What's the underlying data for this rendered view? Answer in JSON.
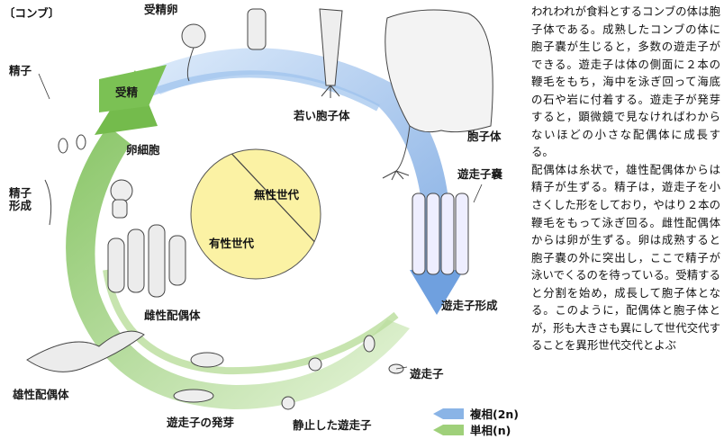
{
  "header": "〔コンブ〕",
  "labels": {
    "fertilized_egg": "受精卵",
    "young_sporophyte": "若い胞子体",
    "sporophyte": "胞子体",
    "sporangium": "遊走子嚢",
    "zoospore_formation": "遊走子形成",
    "zoospore": "遊走子",
    "resting_zoospore": "静止した遊走子",
    "zoospore_germination": "遊走子の発芽",
    "male_gametophyte": "雄性配偶体",
    "female_gametophyte": "雌性配偶体",
    "egg_cell": "卵細胞",
    "fertilization": "受精",
    "sperm": "精子",
    "sperm_formation": "精子形成"
  },
  "pie": {
    "asexual": "無性世代",
    "sexual": "有性世代",
    "asexual_fraction": 0.38,
    "color": "#fbf2a4"
  },
  "legend": {
    "diploid": "複相(2n)",
    "haploid": "単相(n)",
    "diploid_color": "#8ab4e6",
    "haploid_color": "#9fd07a"
  },
  "paragraphs": [
    "われわれが食料とするコンブの体は胞子体である。成熟したコンブの体に胞子嚢が生じると，多数の遊走子ができる。遊走子は体の側面に２本の鞭毛をもち，海中を泳ぎ回って海底の石や岩に付着する。遊走子が発芽すると，顕微鏡で見なければわからないほどの小さな配偶体に成長する。",
    "配偶体は糸状で，雄性配偶体からは精子が生ずる。精子は，遊走子を小さくした形をしており，やはり２本の鞭毛をもって泳ぎ回る。雌性配偶体からは卵が生ずる。卵は成熟すると胞子嚢の外に突出し，ここで精子が泳いでくるのを待っている。受精すると分割を始め，成長して胞子体となる。このように，配偶体と胞子体とが，形も大きさも異にして世代交代することを異形世代交代とよぶ"
  ]
}
